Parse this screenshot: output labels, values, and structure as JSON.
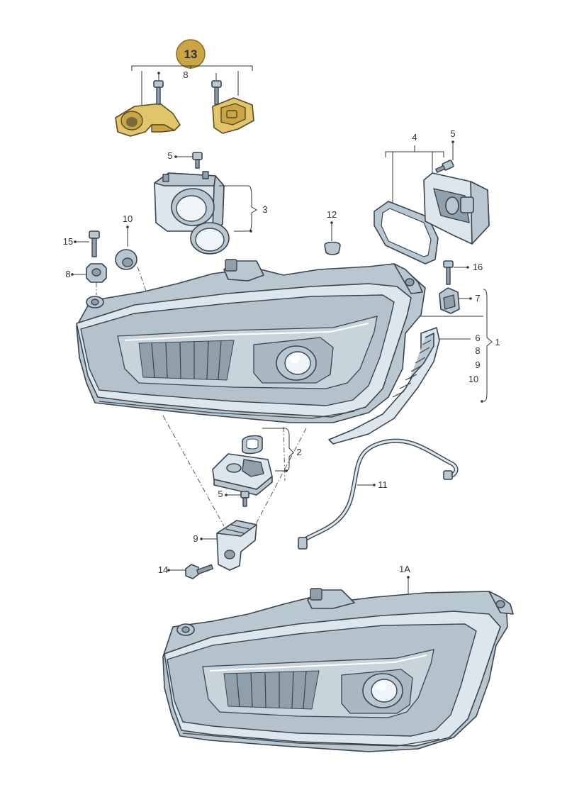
{
  "badge": {
    "label": "13",
    "color": "#c9a546"
  },
  "callouts": {
    "group13_item": "8",
    "bracket_top_4": "4",
    "bolt_top_right_5": "5",
    "bolt_upper_left_5": "5",
    "bracket_3": "3",
    "cap_12": "12",
    "ring_10": "10",
    "bolt_15": "15",
    "nut_8": "8",
    "bolt_16": "16",
    "clip_7": "7",
    "list_6": "6",
    "list_8": "8",
    "list_9": "9",
    "list_10": "10",
    "bracket_1": "1",
    "bracket_2": "2",
    "tube_11": "11",
    "bolt_lower_5": "5",
    "bracket_9": "9",
    "bolt_14": "14",
    "headlight_1A": "1A"
  },
  "colors": {
    "part_fill": "#dce6ec",
    "part_shade": "#b9c7d1",
    "highlight_gold": "#e2c46b",
    "outline": "#3a4450"
  }
}
